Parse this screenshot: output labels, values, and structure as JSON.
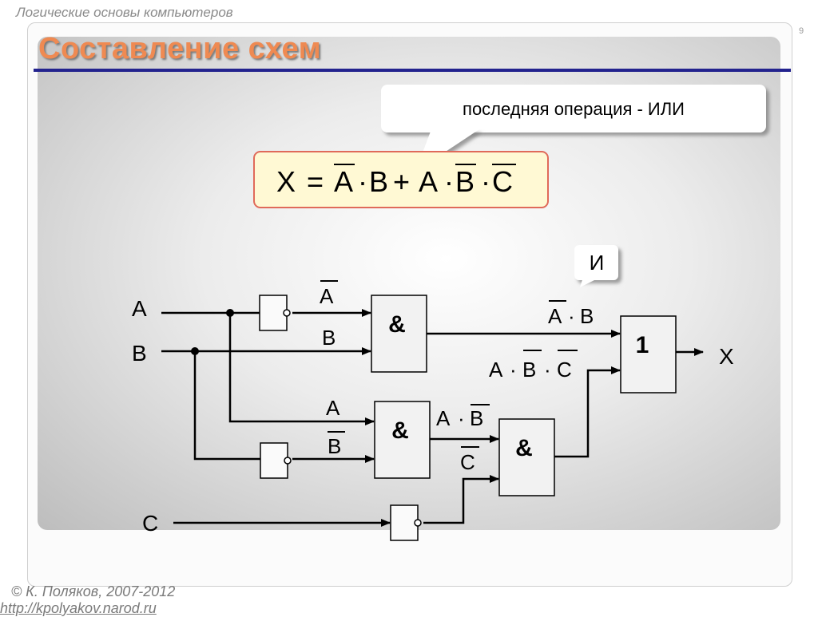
{
  "header": {
    "subject": "Логические основы компьютеров",
    "slide_number": "9"
  },
  "title": "Составление схем",
  "callouts": {
    "last_operation": "последняя операция - ИЛИ",
    "and_label": "И"
  },
  "formula": {
    "lhs": "X",
    "eq": "=",
    "t1a": "A",
    "dot1": "·",
    "t1b": "B",
    "plus": "+",
    "t2a": "A",
    "dot2": "·",
    "t2b": "B",
    "dot3": "·",
    "t2c": "C"
  },
  "diagram": {
    "inputs": {
      "a": "A",
      "b": "B",
      "c": "C"
    },
    "output": "X",
    "gates": {
      "and1": "&",
      "and2": "&",
      "and3": "&",
      "or": "1"
    },
    "labels": {
      "not_a": "A",
      "b_top": "B",
      "a_mid": "A",
      "not_b": "B",
      "nab_a": "A",
      "nab_dot": "·",
      "nab_b": "B",
      "anb_a": "A",
      "anb_dot": "·",
      "anb_b": "B",
      "not_c": "C",
      "abc_a": "A",
      "abc_dot1": "·",
      "abc_b": "B",
      "abc_dot2": "·",
      "abc_c": "C"
    }
  },
  "footer": {
    "copyright": "© К. Поляков, 2007-2012",
    "url": "http://kpolyakov.narod.ru"
  }
}
